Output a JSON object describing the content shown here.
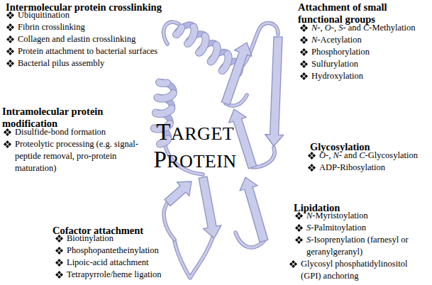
{
  "diagram": {
    "labels": [
      "Intermolecular protein crosslinking",
      "Ubiquitination",
      "Fibrin crosslinking",
      "Collagen and elastin crosslinking",
      "Protein attachment to bacterial surfaces",
      "Bacterial pilus assembly",
      "Attachment of small functional groups",
      "N-, O-, S- and C-Methylation",
      "N-Acetylation",
      "Phosphorylation",
      "Sulfurylation",
      "Hydroxylation",
      "Intramolecular protein modification",
      "Disulfide-bond formation",
      "Proteolytic processing (e.g. signal-peptide removal, pro-protein maturation)",
      "Glycosylation",
      "O-, N- and C-Glycosylation",
      "ADP-Ribosylation",
      "Lipidation",
      "N-Myristoylation",
      "S-Palmitoylation",
      "S-Isoprenylation (farnesyl or geranylgeranyl)",
      "Glycosyl phosphatidylinositol (GPI) anchoring",
      "Cofactor attachment",
      "Biotinylation",
      "Phosphopantetheinylation",
      "Lipoic-acid attachment",
      "Tetrapyrrole/heme ligation",
      "TARGET PROTEIN"
    ]
  }
}
